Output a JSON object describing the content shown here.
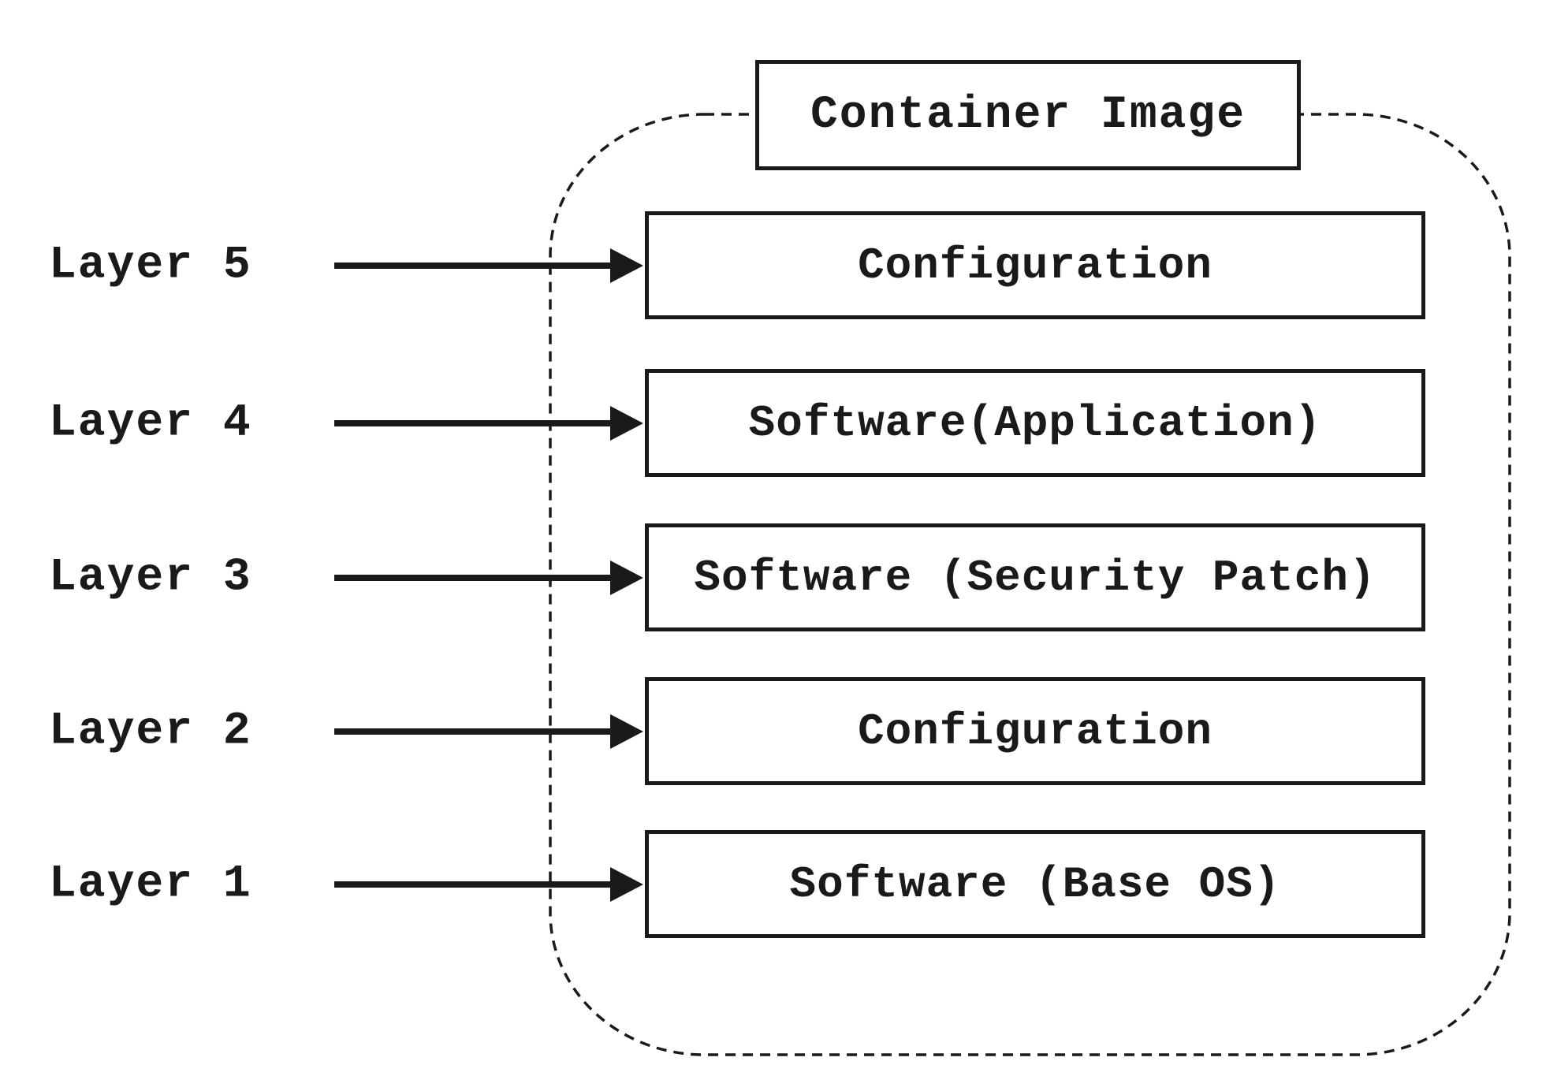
{
  "diagram": {
    "title": "Container Image",
    "layers": [
      {
        "label": "Layer 5",
        "box": "Configuration"
      },
      {
        "label": "Layer 4",
        "box": "Software(Application)"
      },
      {
        "label": "Layer 3",
        "box": "Software (Security Patch)"
      },
      {
        "label": "Layer 2",
        "box": "Configuration"
      },
      {
        "label": "Layer 1",
        "box": "Software (Base OS)"
      }
    ],
    "colors": {
      "ink": "#1a1a1a",
      "background": "#ffffff"
    }
  }
}
